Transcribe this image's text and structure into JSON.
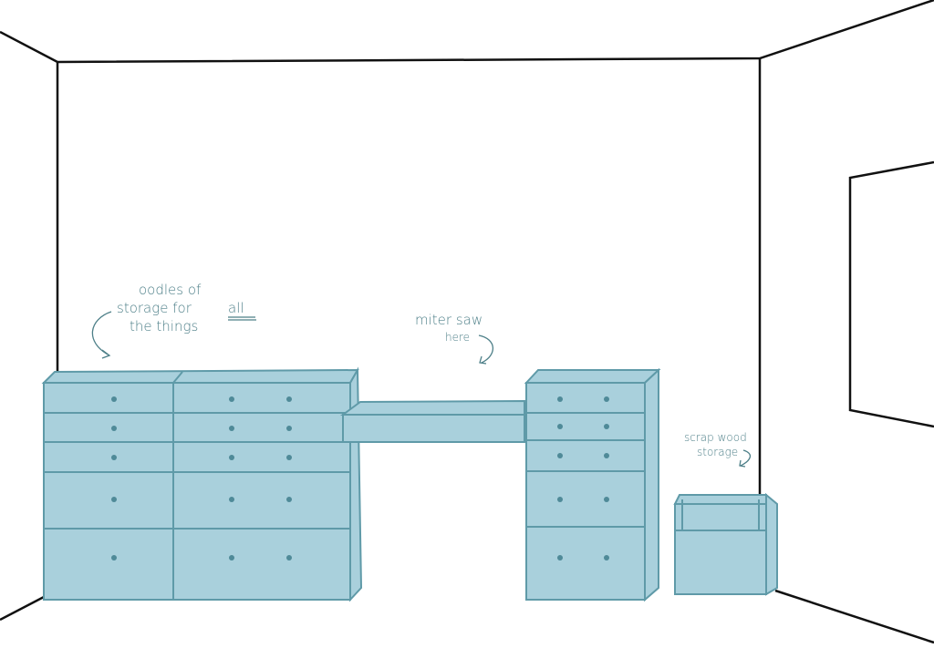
{
  "annotations": {
    "storage": {
      "line1": "oodles of",
      "line2": "storage for",
      "emphasis": "all",
      "line3": "the things"
    },
    "miter_saw": {
      "line1": "miter saw",
      "line2": "here"
    },
    "scrap_wood": {
      "line1": "scrap wood",
      "line2": "storage"
    }
  },
  "colors": {
    "furniture": "#a9d0dc",
    "outline": "#5f9aa8",
    "ink": "#4d7f88",
    "wall_line": "#111111"
  }
}
